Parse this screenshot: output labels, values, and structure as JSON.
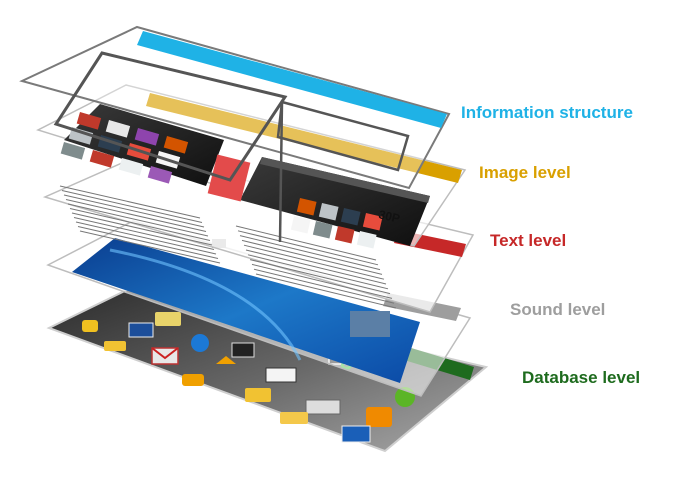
{
  "layers": [
    {
      "id": "information-structure",
      "label": "Information structure",
      "color": "#1fb2e6"
    },
    {
      "id": "image-level",
      "label": "Image level",
      "color": "#d9a000"
    },
    {
      "id": "text-level",
      "label": "Text level",
      "color": "#c62828"
    },
    {
      "id": "sound-level",
      "label": "Sound level",
      "color": "#9e9e9e"
    },
    {
      "id": "database-level",
      "label": "Database level",
      "color": "#1e6b1e"
    }
  ],
  "screen_text": {
    "photo_tile_badge": "30P"
  },
  "icons": [
    "music-mixer-icon",
    "mail-icon",
    "music-note-icon",
    "rss-icon",
    "folder-icon",
    "arrow-icon",
    "play-icon",
    "globe-icon",
    "piano-icon",
    "tv-icon"
  ]
}
